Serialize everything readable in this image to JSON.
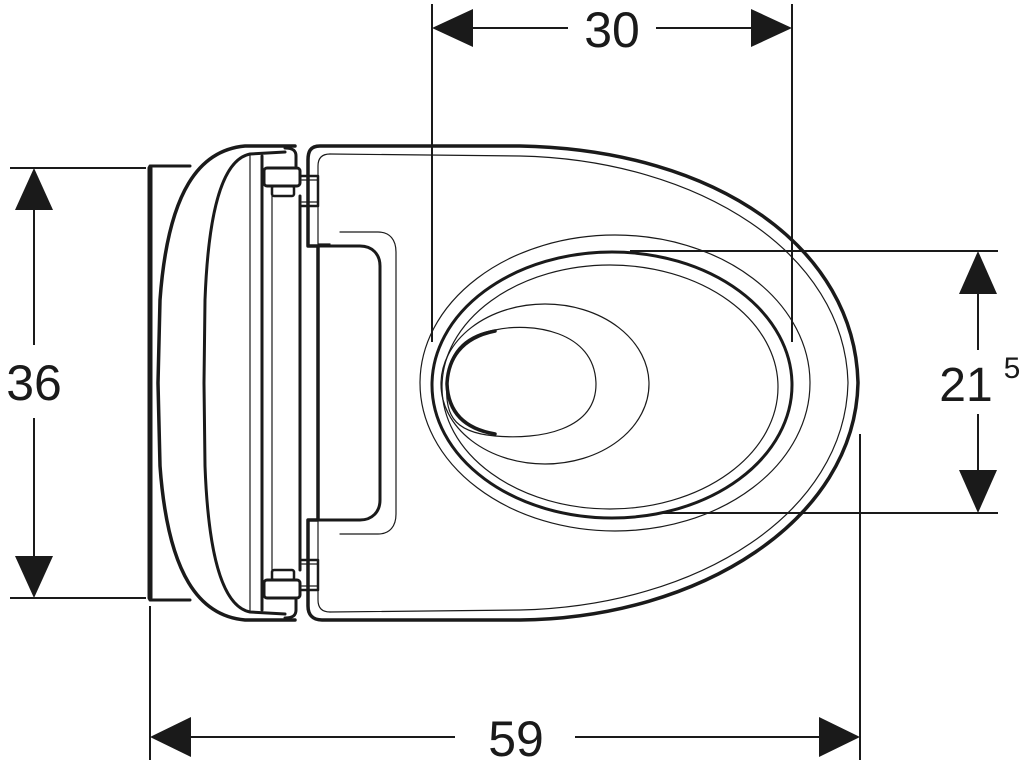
{
  "diagram": {
    "subject": "wall-hung toilet with seat, top view",
    "units": "cm",
    "line_color": "#1a1a1a",
    "background": "#ffffff",
    "dimensions": {
      "bowl_opening_width": {
        "value": "30",
        "orientation": "horizontal",
        "position": "top"
      },
      "overall_width": {
        "value": "36",
        "orientation": "vertical",
        "position": "left"
      },
      "bowl_opening_depth": {
        "value": "21",
        "superscript": "5",
        "orientation": "vertical",
        "position": "right"
      },
      "overall_length": {
        "value": "59",
        "orientation": "horizontal",
        "position": "bottom"
      }
    }
  }
}
